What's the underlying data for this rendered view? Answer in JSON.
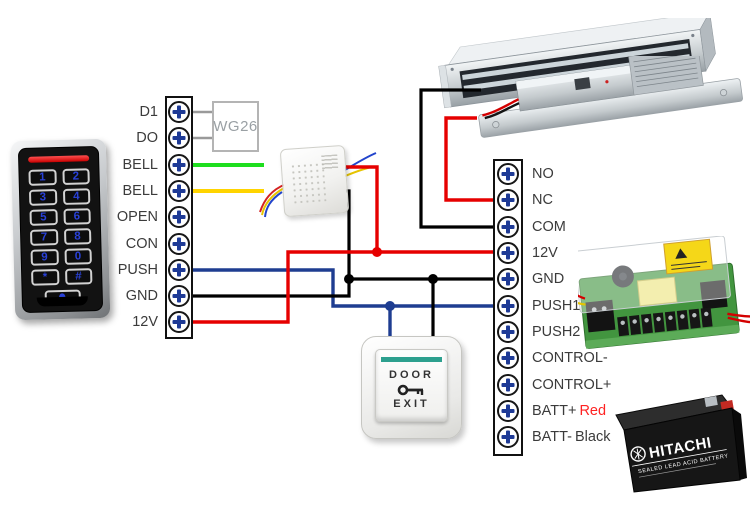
{
  "left_block": {
    "terminals": [
      "D1",
      "DO",
      "BELL",
      "BELL",
      "OPEN",
      "CON",
      "PUSH",
      "GND",
      "12V"
    ]
  },
  "right_block": {
    "rows": [
      {
        "label": "NO",
        "suffix": ""
      },
      {
        "label": "NC",
        "suffix": ""
      },
      {
        "label": "COM",
        "suffix": ""
      },
      {
        "label": "12V",
        "suffix": ""
      },
      {
        "label": "GND",
        "suffix": ""
      },
      {
        "label": "PUSH1",
        "suffix": ""
      },
      {
        "label": "PUSH2",
        "suffix": ""
      },
      {
        "label": "CONTROL-",
        "suffix": ""
      },
      {
        "label": "CONTROL+",
        "suffix": ""
      },
      {
        "label": "BATT+",
        "suffix": "Red"
      },
      {
        "label": "BATT-",
        "suffix": "Black"
      }
    ]
  },
  "wg26": {
    "label": "WG26"
  },
  "keypad": {
    "keys": [
      "1",
      "2",
      "3",
      "4",
      "5",
      "6",
      "7",
      "8",
      "9",
      "0",
      "*",
      "#"
    ]
  },
  "exit_button": {
    "line1": "DOOR",
    "line2": "EXIT"
  },
  "battery": {
    "brand": "HITACHI",
    "subtitle": "SEALED LEAD ACID BATTERY"
  },
  "colors": {
    "wire_red": "#e60000",
    "wire_black": "#000000",
    "wire_blue": "#1e3d91",
    "wire_green": "#1ede1e",
    "wire_yellow": "#ffd400",
    "wire_gray": "#9a9a9a",
    "terminal_plus_blue": "#1e3a96",
    "exit_bar_teal": "#2da08f",
    "keypad_digit_blue": "#2941d8",
    "batt_red_text": "#ff2222"
  }
}
